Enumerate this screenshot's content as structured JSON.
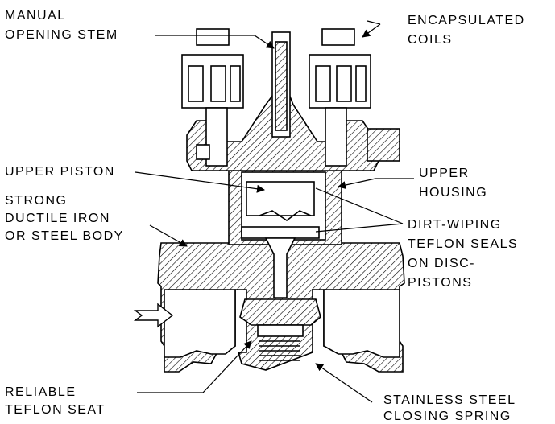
{
  "labels": {
    "manual_stem_1": "MANUAL",
    "manual_stem_2": "OPENING STEM",
    "coils_1": "ENCAPSULATED",
    "coils_2": "COILS",
    "upper_piston": "UPPER PISTON",
    "upper_housing_1": "UPPER",
    "upper_housing_2": "HOUSING",
    "body_1": "STRONG",
    "body_2": "DUCTILE IRON",
    "body_3": "OR STEEL BODY",
    "seals_1": "DIRT-WIPING",
    "seals_2": "TEFLON SEALS",
    "seals_3": "ON DISC-",
    "seals_4": "PISTONS",
    "seat_1": "RELIABLE",
    "seat_2": "TEFLON SEAT",
    "spring_1": "STAINLESS STEEL",
    "spring_2": "CLOSING SPRING"
  },
  "colors": {
    "ink": "#000000",
    "paper": "#ffffff"
  }
}
